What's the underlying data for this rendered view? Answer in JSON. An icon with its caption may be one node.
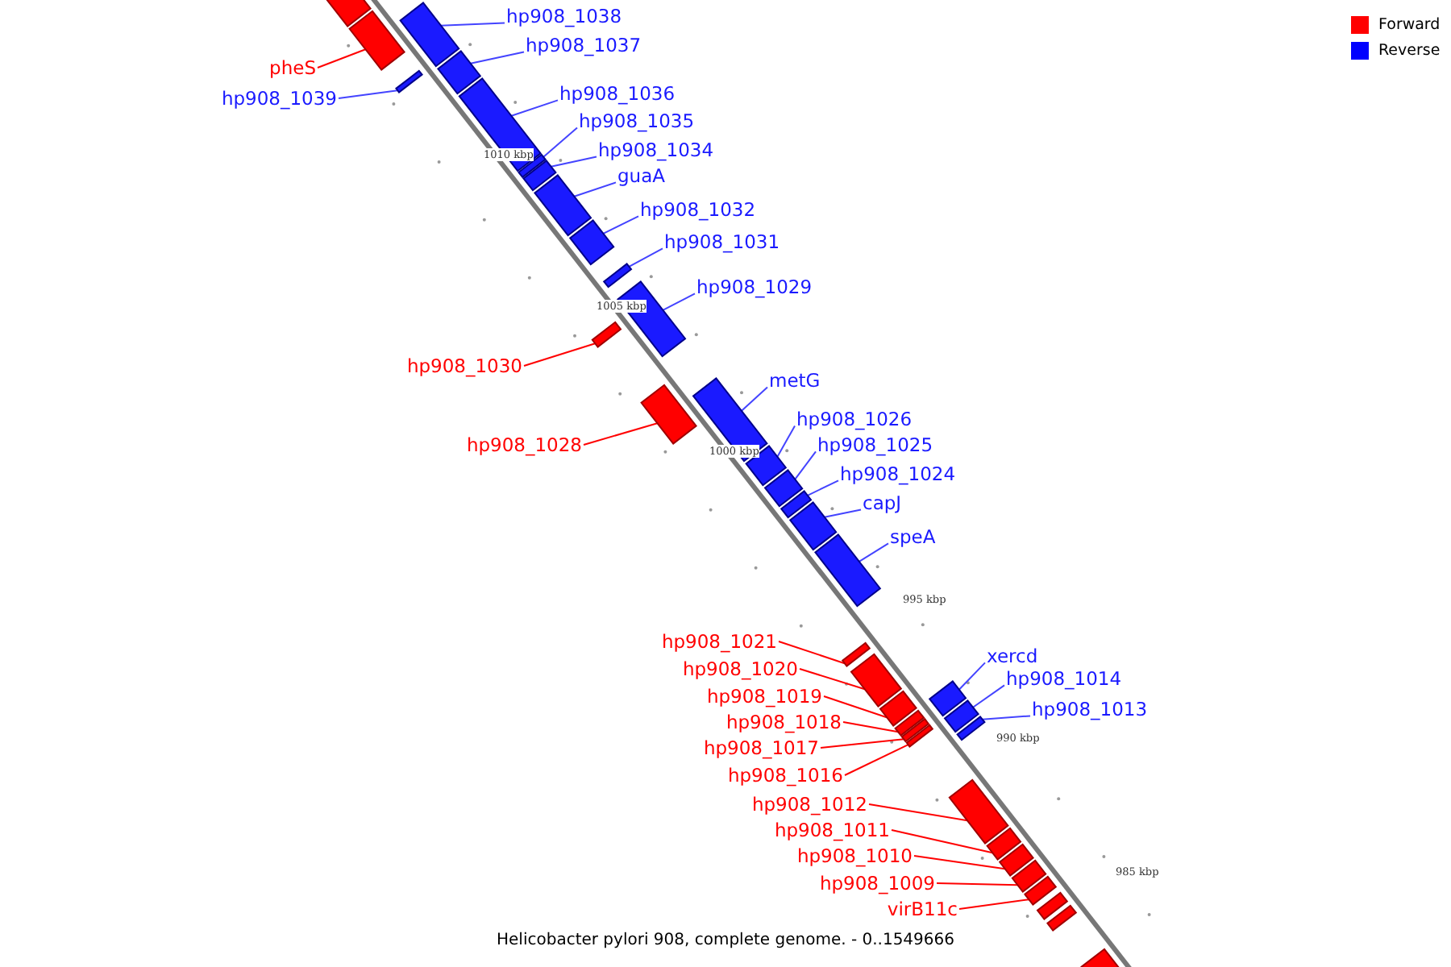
{
  "diagram": {
    "caption": "Helicobacter pylori 908, complete genome. - 0..1549666",
    "nodes": [
      {
        "text": [
          "hp908_1038"
        ]
      },
      {
        "text": [
          "hp908_1037"
        ]
      },
      {
        "text": [
          "pheS"
        ]
      },
      {
        "text": [
          "hp908_1039"
        ]
      },
      {
        "text": [
          "hp908_1036"
        ]
      },
      {
        "text": [
          "hp908_1035"
        ]
      },
      {
        "text": [
          "hp908_1034"
        ]
      },
      {
        "text": [
          "guaA"
        ]
      },
      {
        "text": [
          "hp908_1032"
        ]
      },
      {
        "text": [
          "hp908_1031"
        ]
      },
      {
        "text": [
          "hp908_1029"
        ]
      },
      {
        "text": [
          "hp908_1030"
        ]
      },
      {
        "text": [
          "metG"
        ]
      },
      {
        "text": [
          "hp908_1028"
        ]
      },
      {
        "text": [
          "hp908_1026"
        ]
      },
      {
        "text": [
          "hp908_1025"
        ]
      },
      {
        "text": [
          "hp908_1024"
        ]
      },
      {
        "text": [
          "capJ"
        ]
      },
      {
        "text": [
          "speA"
        ]
      },
      {
        "text": [
          "hp908_1021"
        ]
      },
      {
        "text": [
          "xercd"
        ]
      },
      {
        "text": [
          "hp908_1020"
        ]
      },
      {
        "text": [
          "hp908_1014"
        ]
      },
      {
        "text": [
          "hp908_1019"
        ]
      },
      {
        "text": [
          "hp908_1013"
        ]
      },
      {
        "text": [
          "hp908_1018"
        ]
      },
      {
        "text": [
          "hp908_1017"
        ]
      },
      {
        "text": [
          "hp908_1016"
        ]
      },
      {
        "text": [
          "hp908_1012"
        ]
      },
      {
        "text": [
          "hp908_1011"
        ]
      },
      {
        "text": [
          "hp908_1010"
        ]
      },
      {
        "text": [
          "hp908_1009"
        ]
      },
      {
        "text": [
          "virB11c"
        ]
      },
      {
        "text": [],
        "shape": "bar"
      },
      {
        "text": [],
        "shape": "bar"
      },
      {
        "text": [],
        "shape": "bar"
      },
      {
        "text": [],
        "shape": "bar"
      },
      {
        "text": [],
        "shape": "bar"
      },
      {
        "text": [],
        "shape": "bar"
      },
      {
        "text": [],
        "shape": "bar"
      },
      {
        "text": [],
        "shape": "bar"
      },
      {
        "text": [],
        "shape": "bar"
      },
      {
        "text": [],
        "shape": "bar"
      },
      {
        "text": [],
        "shape": "bar"
      },
      {
        "text": [],
        "shape": "bar"
      },
      {
        "text": [],
        "shape": "bar"
      },
      {
        "text": [],
        "shape": "bar"
      },
      {
        "text": [],
        "shape": "bar"
      },
      {
        "text": [],
        "shape": "bar"
      },
      {
        "text": [],
        "shape": "bar"
      },
      {
        "text": [],
        "shape": "bar"
      },
      {
        "text": [],
        "shape": "bar"
      },
      {
        "text": [],
        "shape": "bar"
      },
      {
        "text": [],
        "shape": "bar"
      },
      {
        "text": [],
        "shape": "bar"
      },
      {
        "text": [],
        "shape": "bar"
      },
      {
        "text": [],
        "shape": "bar"
      },
      {
        "text": [],
        "shape": "bar"
      },
      {
        "text": [],
        "shape": "bar"
      },
      {
        "text": [],
        "shape": "bar"
      },
      {
        "text": [],
        "shape": "bar"
      },
      {
        "text": [],
        "shape": "bar"
      },
      {
        "text": [],
        "shape": "bar"
      },
      {
        "text": [],
        "shape": "bar"
      },
      {
        "text": [],
        "shape": "bar"
      },
      {
        "text": [],
        "shape": "bar"
      },
      {
        "text": [],
        "shape": "bar"
      },
      {
        "text": [],
        "shape": "bar"
      },
      {
        "text": [],
        "shape": "bar"
      },
      {
        "text": [],
        "shape": "bar"
      }
    ],
    "edges": [
      {
        "from": 0,
        "to": 34,
        "arrow": "none"
      },
      {
        "from": 1,
        "to": 36,
        "arrow": "none"
      },
      {
        "from": 2,
        "to": 33,
        "arrow": "none",
        "color": "#ff0000"
      },
      {
        "from": 3,
        "to": 35,
        "arrow": "none"
      },
      {
        "from": 4,
        "to": 37,
        "arrow": "none"
      },
      {
        "from": 5,
        "to": 38,
        "arrow": "none"
      },
      {
        "from": 6,
        "to": 39,
        "arrow": "none"
      },
      {
        "from": 7,
        "to": 40,
        "arrow": "none"
      },
      {
        "from": 8,
        "to": 41,
        "arrow": "none"
      },
      {
        "from": 9,
        "to": 42,
        "arrow": "none"
      },
      {
        "from": 10,
        "to": 43,
        "arrow": "none"
      },
      {
        "from": 11,
        "to": 44,
        "arrow": "none",
        "color": "#ff0000"
      },
      {
        "from": 12,
        "to": 46,
        "arrow": "none"
      },
      {
        "from": 13,
        "to": 45,
        "arrow": "none",
        "color": "#ff0000"
      },
      {
        "from": 14,
        "to": 47,
        "arrow": "none"
      },
      {
        "from": 15,
        "to": 48,
        "arrow": "none"
      },
      {
        "from": 16,
        "to": 49,
        "arrow": "none"
      },
      {
        "from": 17,
        "to": 50,
        "arrow": "none"
      },
      {
        "from": 18,
        "to": 51,
        "arrow": "none"
      },
      {
        "from": 19,
        "to": 52,
        "arrow": "none",
        "color": "#ff0000"
      },
      {
        "from": 20,
        "to": 55,
        "arrow": "none"
      },
      {
        "from": 21,
        "to": 53,
        "arrow": "none",
        "color": "#ff0000"
      },
      {
        "from": 22,
        "to": 59,
        "arrow": "none"
      },
      {
        "from": 23,
        "to": 54,
        "arrow": "none",
        "color": "#ff0000"
      },
      {
        "from": 24,
        "to": 60,
        "arrow": "none"
      },
      {
        "from": 25,
        "to": 56,
        "arrow": "none",
        "color": "#ff0000"
      },
      {
        "from": 26,
        "to": 57,
        "arrow": "none",
        "color": "#ff0000"
      },
      {
        "from": 27,
        "to": 58,
        "arrow": "none",
        "color": "#ff0000"
      },
      {
        "from": 28,
        "to": 61,
        "arrow": "none",
        "color": "#ff0000"
      },
      {
        "from": 29,
        "to": 62,
        "arrow": "none",
        "color": "#ff0000"
      },
      {
        "from": 30,
        "to": 63,
        "arrow": "none",
        "color": "#ff0000"
      },
      {
        "from": 31,
        "to": 64,
        "arrow": "none",
        "color": "#ff0000"
      },
      {
        "from": 32,
        "to": 65,
        "arrow": "none",
        "color": "#ff0000"
      }
    ],
    "labels": [
      "1010 kbp",
      "1005 kbp",
      "1000 kbp",
      "995 kbp",
      "990 kbp",
      "985 kbp"
    ],
    "legend": [
      {
        "text": "Forward",
        "color": "#ff0000"
      },
      {
        "text": "Reverse",
        "color": "#0000ff"
      }
    ]
  }
}
